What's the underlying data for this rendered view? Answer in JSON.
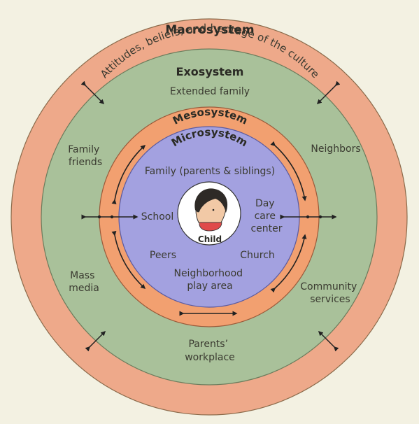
{
  "diagram": {
    "macrosystem": {
      "title": "Macrosystem",
      "subtitle": "Attitudes, beliefs, and heritage of the culture",
      "color": "#eea98a"
    },
    "exosystem": {
      "title": "Exosystem",
      "items": {
        "extended_family": "Extended family",
        "family_friends": [
          "Family",
          "friends"
        ],
        "neighbors": "Neighbors",
        "mass_media": [
          "Mass",
          "media"
        ],
        "community_services": [
          "Community",
          "services"
        ],
        "parents_workplace": [
          "Parents’",
          "workplace"
        ]
      },
      "color": "#a9c19a"
    },
    "mesosystem": {
      "title": "Mesosystem",
      "color": "#f2a070"
    },
    "microsystem": {
      "title": "Microsystem",
      "items": {
        "family": "Family (parents & siblings)",
        "school": "School",
        "day_care": [
          "Day",
          "care",
          "center"
        ],
        "peers": "Peers",
        "church": "Church",
        "neighborhood": [
          "Neighborhood",
          "play area"
        ]
      },
      "color": "#a3a1e0"
    },
    "center": {
      "label": "Child",
      "color": "#ffffff"
    }
  }
}
